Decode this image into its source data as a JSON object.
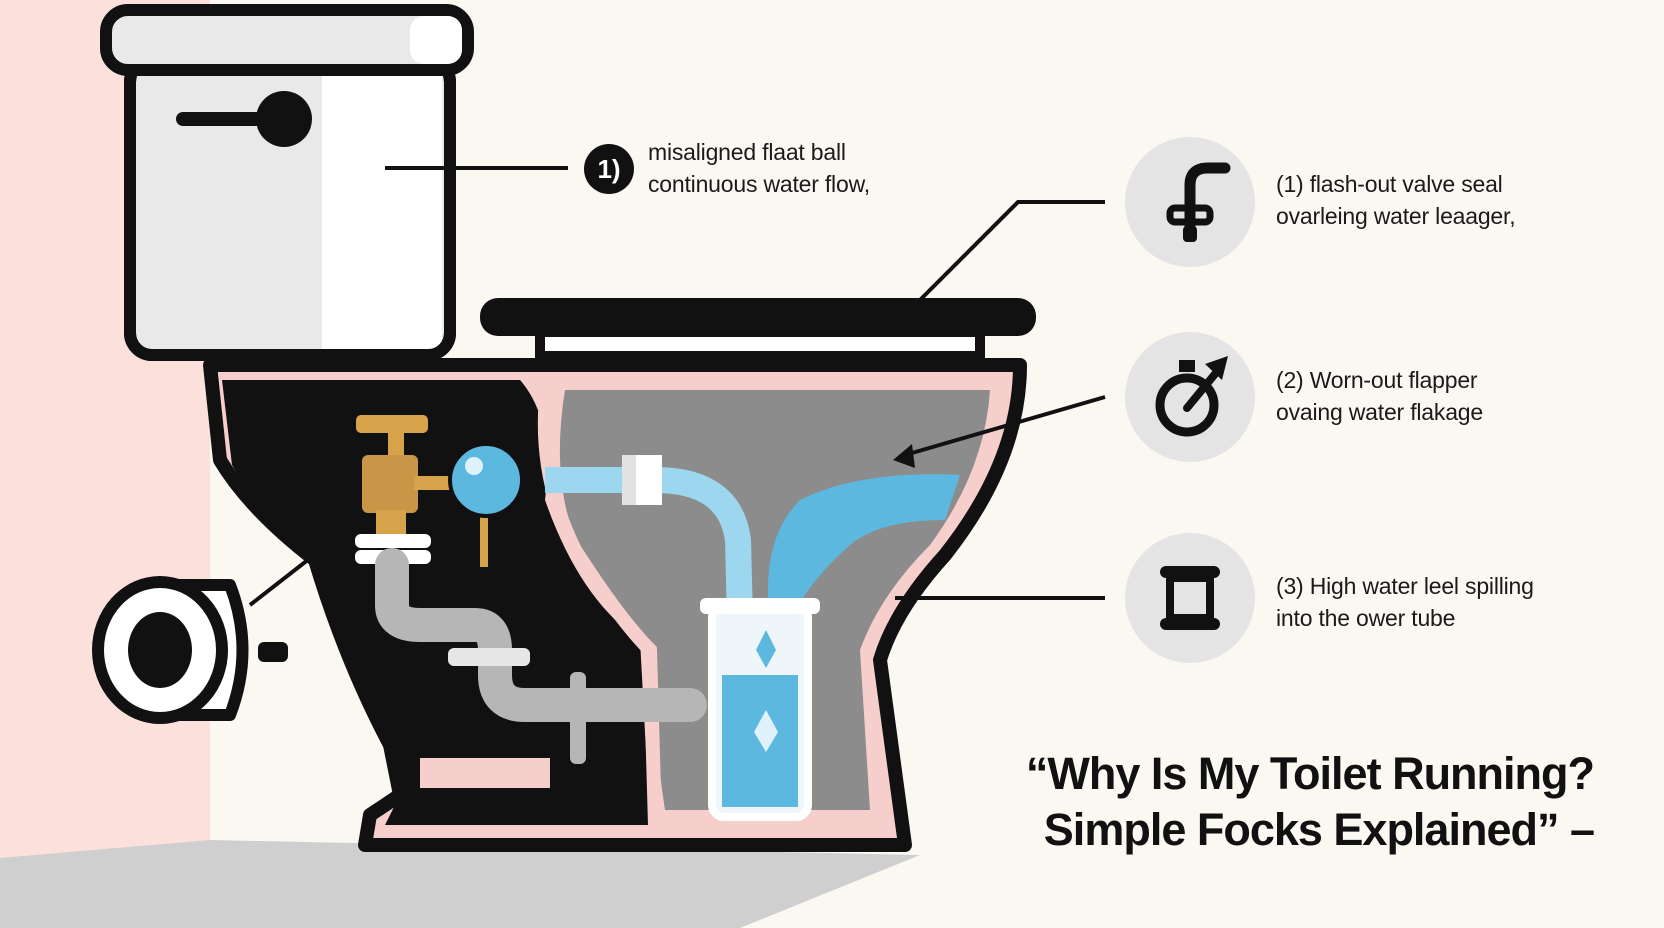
{
  "colors": {
    "background": "#fbf8f2",
    "wall": "#fbe0dc",
    "floor": "#cfcfcf",
    "outline": "#111111",
    "tank": "#e9e9e9",
    "bowl_trim": "#f6cfcc",
    "bowl_inner": "#8c8c8c",
    "water": "#5db8e0",
    "brass": "#d6a24a",
    "icon_circle": "#e4e4e4"
  },
  "callouts": [
    {
      "badge": "1)",
      "line1": "misaligned flaat ball",
      "line2": "continuous water flow,"
    },
    {
      "icon": "faucet-spout-icon",
      "line1": "(1) flash-out valve seal",
      "line2": "ovarleing water leaager,"
    },
    {
      "icon": "flapper-valve-icon",
      "line1": "(2) Worn-out flapper",
      "line2": "ovaing water flakage"
    },
    {
      "icon": "overflow-tube-icon",
      "line1": "(3) High water leel spilling",
      "line2": "into the ower tube"
    }
  ],
  "title": {
    "line1": "“Why Is My Toilet Running?",
    "line2": "Simple Focks Explained” –"
  }
}
